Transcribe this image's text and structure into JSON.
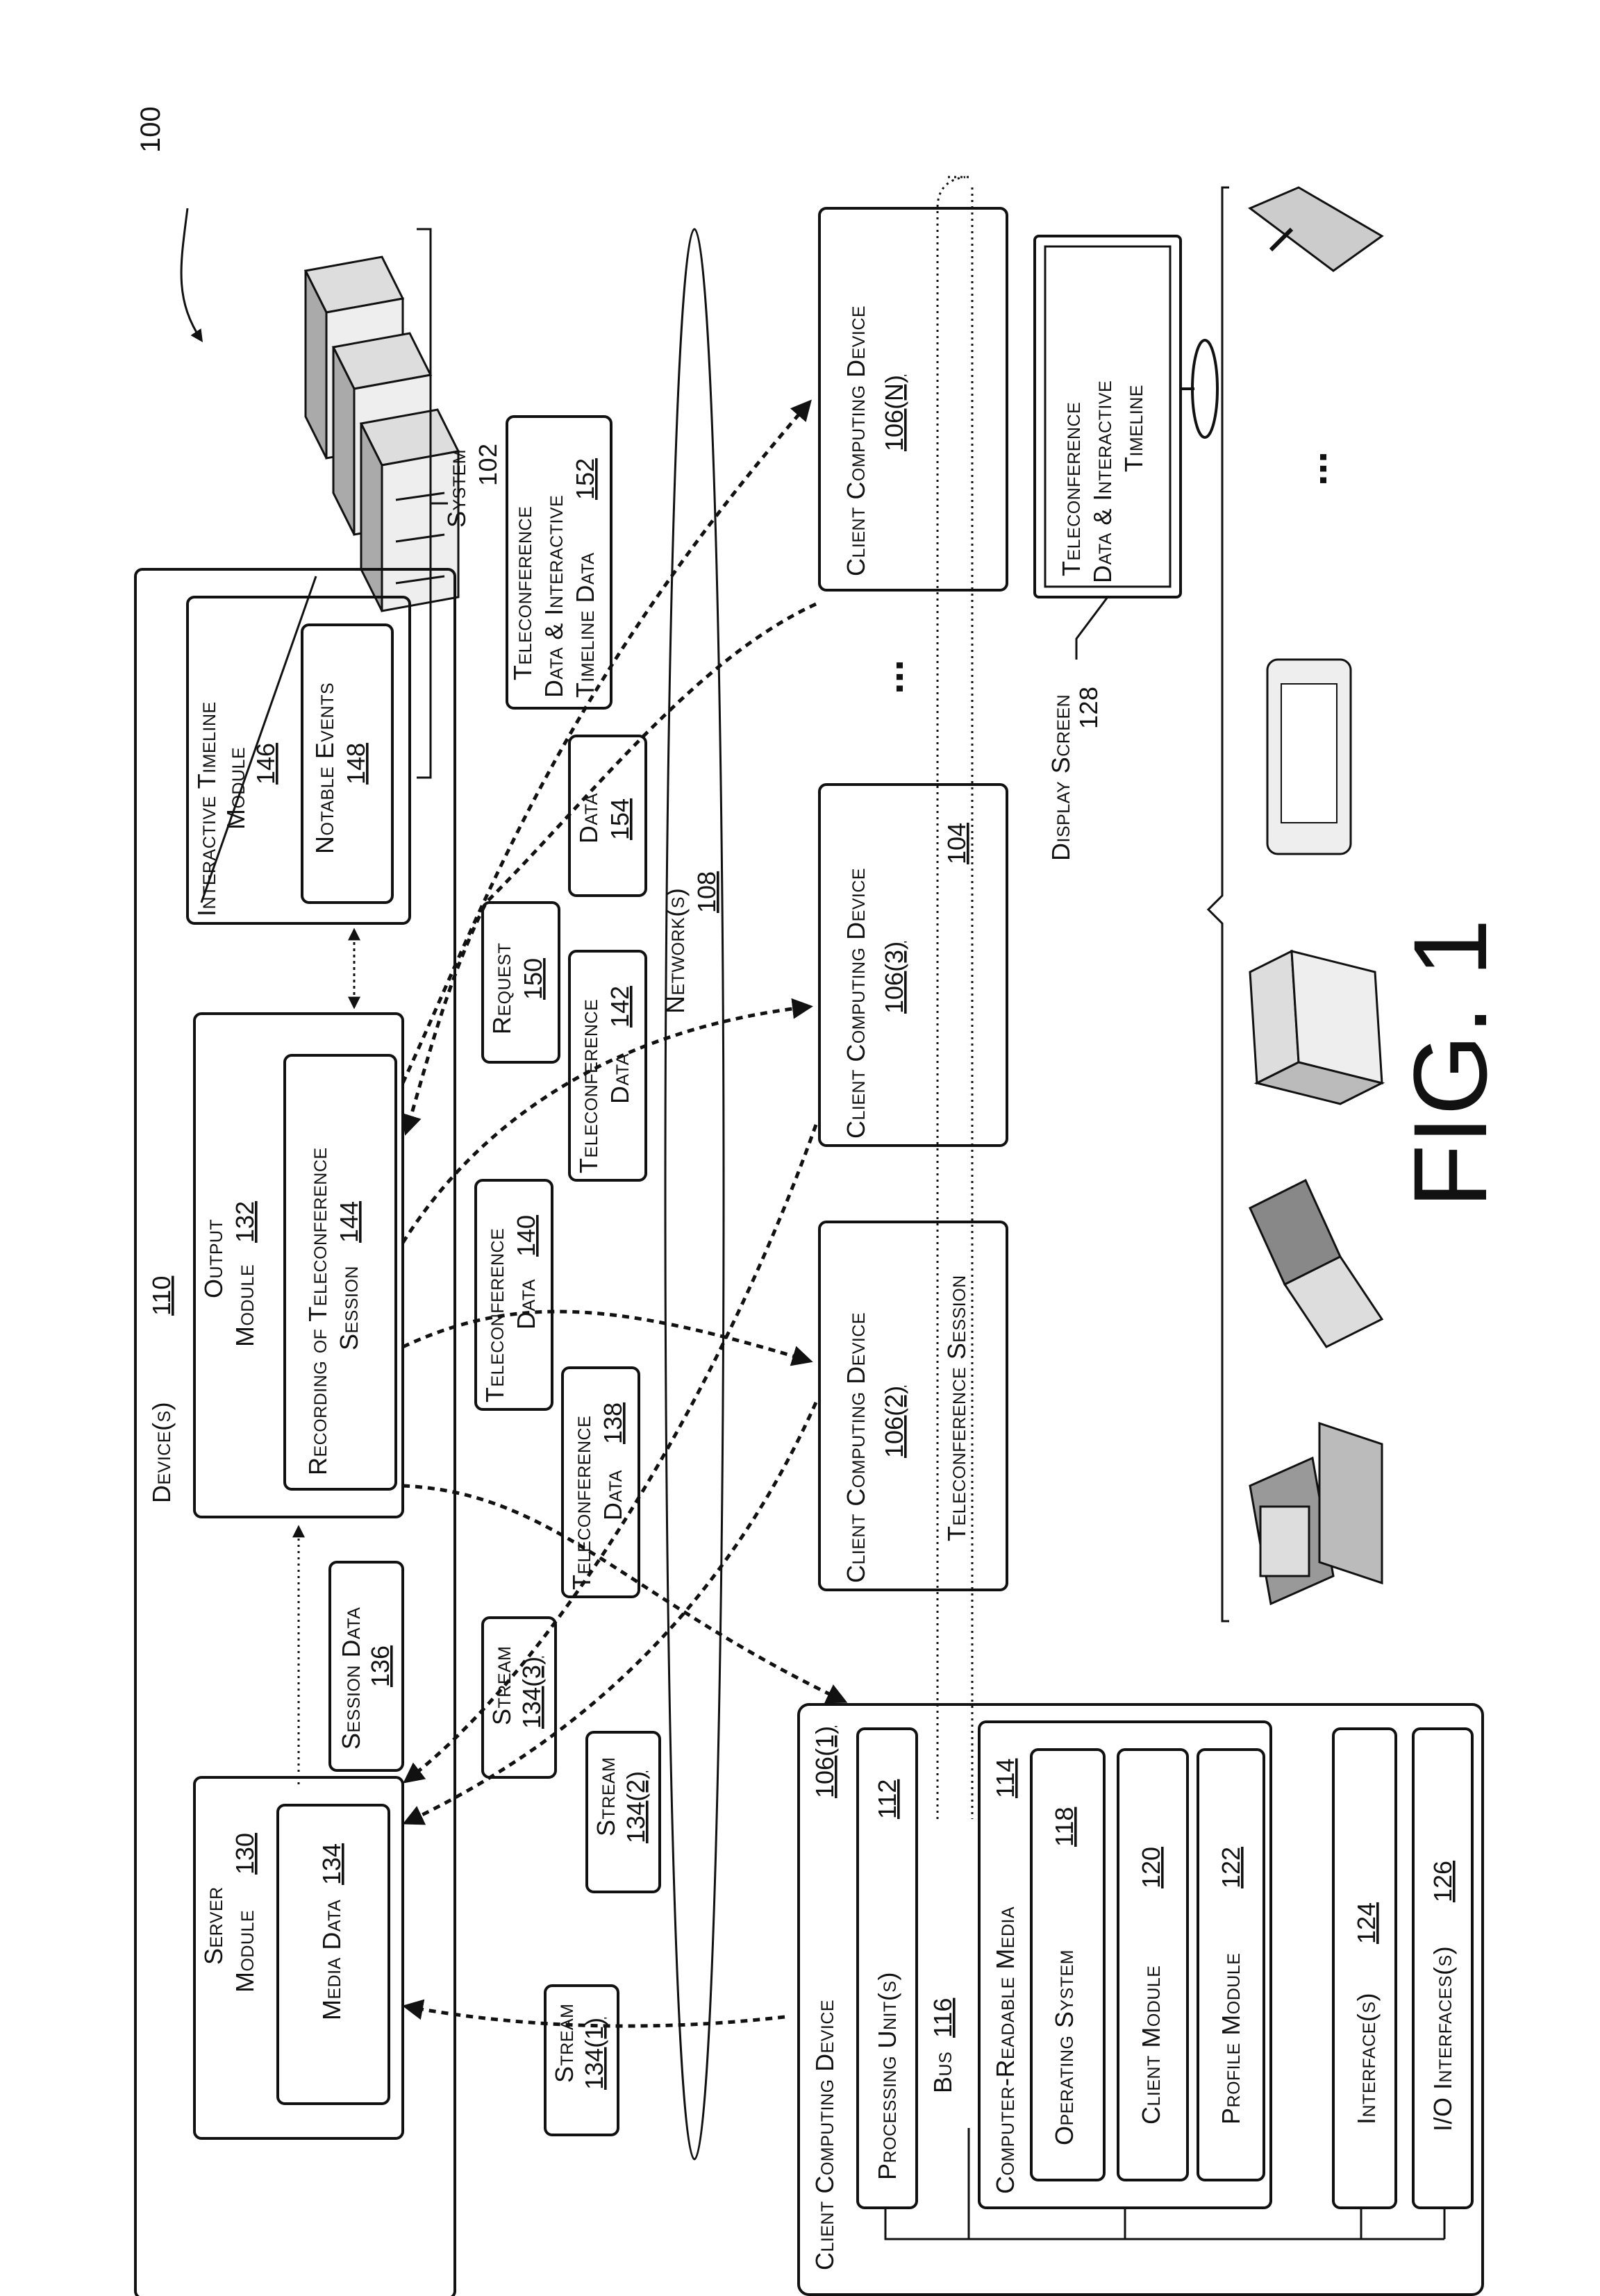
{
  "figure": {
    "ref": "100",
    "fig_label": "FIG. 1",
    "system": {
      "label": "System",
      "number": "102"
    },
    "devices": {
      "label": "Device(s)",
      "number": "110",
      "server_module": {
        "label_line1": "Server",
        "label_line2": "Module",
        "number": "130"
      },
      "media_data": {
        "label": "Media Data",
        "number": "134"
      },
      "output_module": {
        "label_line1": "Output",
        "label_line2": "Module",
        "number": "132"
      },
      "recording": {
        "label_line1": "Recording of Teleconference",
        "label_line2": "Session",
        "number": "144"
      },
      "timeline_module": {
        "label_line1": "Interactive Timeline",
        "label_line2": "Module",
        "number": "146"
      },
      "notable_events": {
        "label": "Notable Events",
        "number": "148"
      },
      "session_data": {
        "label": "Session Data",
        "number": "136"
      }
    },
    "streams": [
      {
        "label": "Stream",
        "number": "134(1)"
      },
      {
        "label": "Stream",
        "number": "134(2)"
      },
      {
        "label": "Stream",
        "number": "134(3)"
      }
    ],
    "teleconference_data": [
      {
        "line1": "Teleconference",
        "line2": "Data",
        "number": "138"
      },
      {
        "line1": "Teleconference",
        "line2": "Data",
        "number": "140"
      },
      {
        "line1": "Teleconference",
        "line2": "Data",
        "number": "142"
      }
    ],
    "request": {
      "label": "Request",
      "number": "150"
    },
    "data154": {
      "label": "Data",
      "number": "154"
    },
    "timeline_data": {
      "line1": "Teleconference",
      "line2": "Data & Interactive",
      "line3": "Timeline Data",
      "number": "152"
    },
    "network": {
      "label": "Network(s)",
      "number": "108"
    },
    "session_band": {
      "label": "Teleconference Session",
      "number": "104"
    },
    "client_devices": [
      {
        "label": "Client Computing Device",
        "number": "106(2)"
      },
      {
        "label": "Client Computing Device",
        "number": "106(3)"
      },
      {
        "label": "Client Computing Device",
        "number": "106(N)"
      }
    ],
    "ellipsis": "...",
    "display_screen": {
      "label": "Display Screen",
      "number": "128"
    },
    "screen_content": {
      "line1": "Teleconference",
      "line2": "Data & Interactive",
      "line3": "Timeline"
    },
    "client_detail": {
      "title": "Client Computing Device",
      "number": "106(1)",
      "processing": {
        "label": "Processing Unit(s)",
        "number": "112"
      },
      "bus": {
        "label": "Bus",
        "number": "116"
      },
      "crm": {
        "label": "Computer-Readable Media",
        "number": "114"
      },
      "os": {
        "label": "Operating System",
        "number": "118"
      },
      "client_module": {
        "label": "Client Module",
        "number": "120"
      },
      "profile_module": {
        "label": "Profile Module",
        "number": "122"
      },
      "interfaces": {
        "label": "Interface(s)",
        "number": "124"
      },
      "io": {
        "label": "I/O Interfaces(s)",
        "number": "126"
      }
    }
  }
}
